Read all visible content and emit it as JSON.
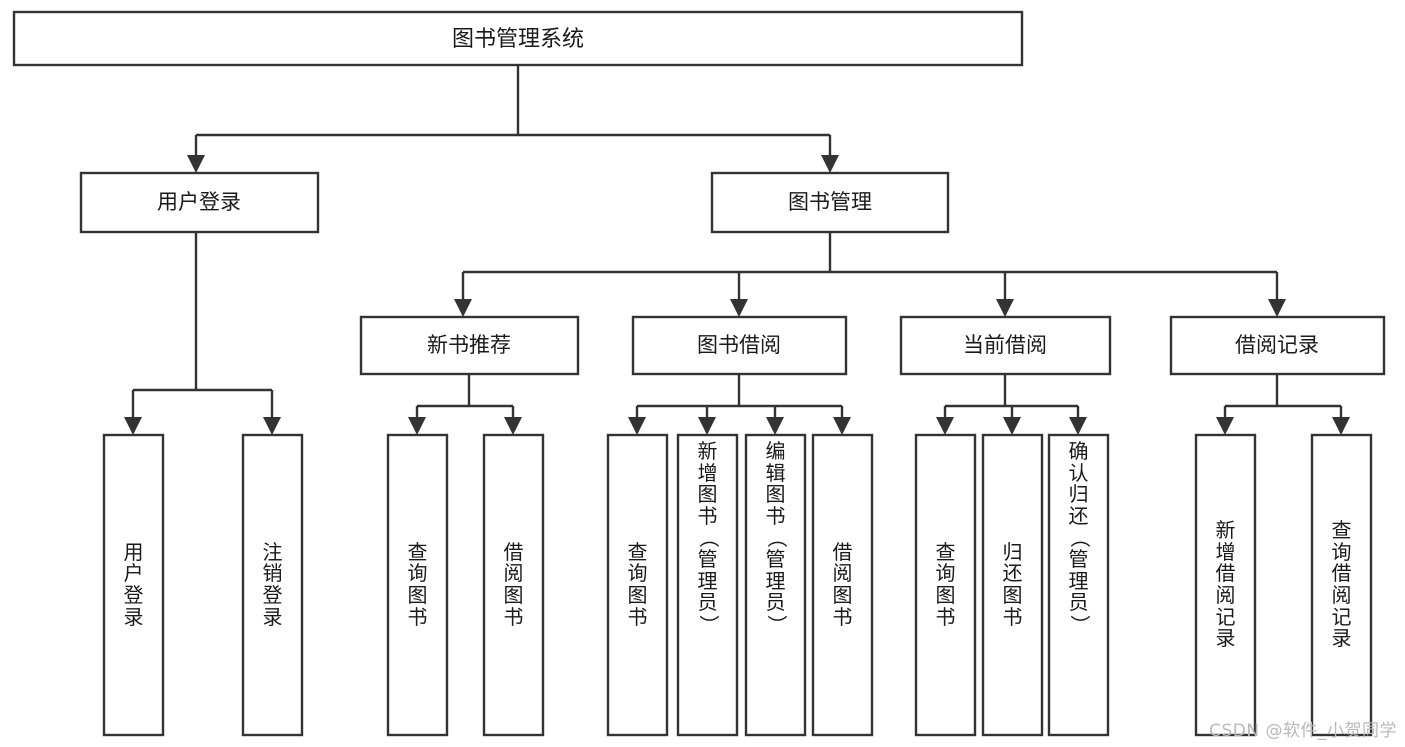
{
  "diagram": {
    "type": "hierarchy-tree",
    "title": "图书管理系统",
    "orientation": "top-down",
    "colors": {
      "background": "#ffffff",
      "box_stroke": "#333333",
      "box_fill": "#ffffff",
      "text": "#1a1a1a",
      "watermark": "#b9b9b9"
    }
  },
  "root": {
    "label": "图书管理系统"
  },
  "level2": [
    {
      "label": "用户登录"
    },
    {
      "label": "图书管理"
    }
  ],
  "level3": [
    {
      "label": "新书推荐"
    },
    {
      "label": "图书借阅"
    },
    {
      "label": "当前借阅"
    },
    {
      "label": "借阅记录"
    }
  ],
  "leaves": {
    "user_login": [
      {
        "label": "用户登录"
      },
      {
        "label": "注销登录"
      }
    ],
    "new_book": [
      {
        "label": "查询图书"
      },
      {
        "label": "借阅图书"
      }
    ],
    "book_borrow": [
      {
        "label": "查询图书"
      },
      {
        "label": "新增图书（管理员）"
      },
      {
        "label": "编辑图书（管理员）"
      },
      {
        "label": "借阅图书"
      }
    ],
    "current_borrow": [
      {
        "label": "查询图书"
      },
      {
        "label": "归还图书"
      },
      {
        "label": "确认归还（管理员）"
      }
    ],
    "borrow_record": [
      {
        "label": "新增借阅记录"
      },
      {
        "label": "查询借阅记录"
      }
    ]
  },
  "watermark": {
    "text": "CSDN @软件_小贺同学"
  }
}
